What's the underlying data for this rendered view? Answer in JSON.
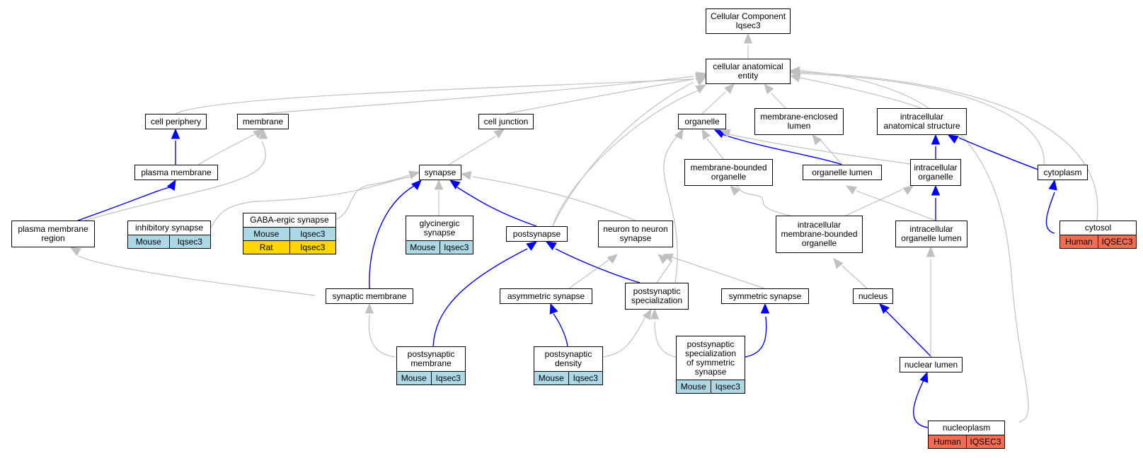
{
  "nodes": {
    "root": {
      "label": "Cellular Component\nIqsec3"
    },
    "cae": {
      "label": "cellular anatomical\nentity"
    },
    "cell_periphery": {
      "label": "cell periphery"
    },
    "membrane": {
      "label": "membrane"
    },
    "cell_junction": {
      "label": "cell junction"
    },
    "organelle": {
      "label": "organelle"
    },
    "mel": {
      "label": "membrane-enclosed\nlumen"
    },
    "ias": {
      "label": "intracellular\nanatomical structure"
    },
    "plasma_membrane": {
      "label": "plasma membrane"
    },
    "synapse": {
      "label": "synapse"
    },
    "mbo": {
      "label": "membrane-bounded\norganelle"
    },
    "organelle_lumen": {
      "label": "organelle lumen"
    },
    "intra_organelle": {
      "label": "intracellular\norganelle"
    },
    "cytoplasm": {
      "label": "cytoplasm"
    },
    "pmr": {
      "label": "plasma membrane\nregion"
    },
    "postsynapse": {
      "label": "postsynapse"
    },
    "n2n": {
      "label": "neuron to neuron\nsynapse"
    },
    "imbo": {
      "label": "intracellular\nmembrane-bounded\norganelle"
    },
    "iol": {
      "label": "intracellular\norganelle lumen"
    },
    "syn_membrane": {
      "label": "synaptic membrane"
    },
    "asym": {
      "label": "asymmetric synapse"
    },
    "ps_spec": {
      "label": "postsynaptic\nspecialization"
    },
    "sym": {
      "label": "symmetric synapse"
    },
    "nucleus": {
      "label": "nucleus"
    },
    "nuclear_lumen": {
      "label": "nuclear lumen"
    }
  },
  "annotated": {
    "inhibitory": {
      "label": "inhibitory synapse",
      "rows": [
        [
          "Mouse",
          "Iqsec3"
        ]
      ]
    },
    "gaba": {
      "label": "GABA-ergic synapse",
      "rows": [
        [
          "Mouse",
          "Iqsec3"
        ],
        [
          "Rat",
          "Iqsec3"
        ]
      ]
    },
    "glycinergic": {
      "label": "glycinergic\nsynapse",
      "rows": [
        [
          "Mouse",
          "Iqsec3"
        ]
      ]
    },
    "cytosol": {
      "label": "cytosol",
      "rows": [
        [
          "Human",
          "IQSEC3"
        ]
      ]
    },
    "ps_membrane": {
      "label": "postsynaptic\nmembrane",
      "rows": [
        [
          "Mouse",
          "Iqsec3"
        ]
      ]
    },
    "psd": {
      "label": "postsynaptic\ndensity",
      "rows": [
        [
          "Mouse",
          "Iqsec3"
        ]
      ]
    },
    "ps_spec_sym": {
      "label": "postsynaptic\nspecialization\nof symmetric\nsynapse",
      "rows": [
        [
          "Mouse",
          "Iqsec3"
        ]
      ]
    },
    "nucleoplasm": {
      "label": "nucleoplasm",
      "rows": [
        [
          "Human",
          "IQSEC3"
        ]
      ]
    }
  },
  "colors": {
    "is_a_edge": "#c0c0c0",
    "part_of_edge": "#0000ff",
    "mouse": "#add8e6",
    "rat": "#ffd700",
    "human": "#f46b4f"
  }
}
